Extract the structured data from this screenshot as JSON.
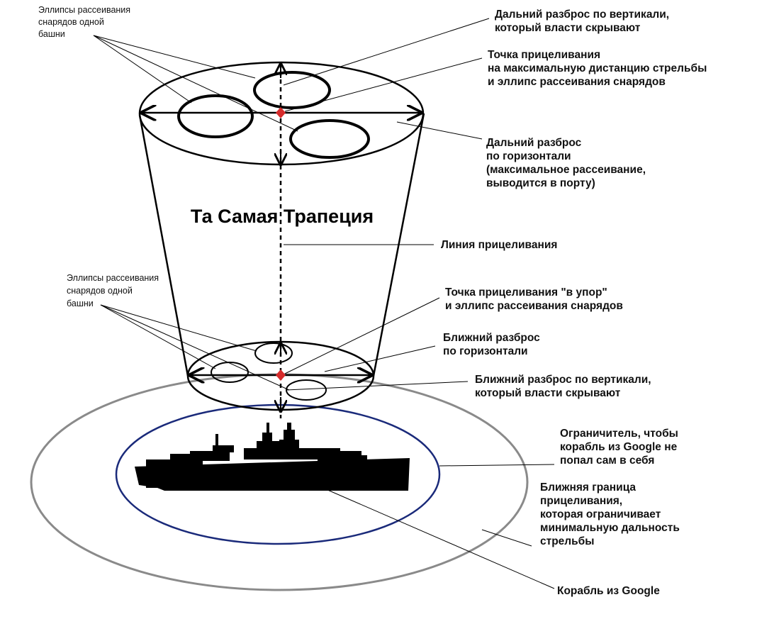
{
  "title": "Та Самая Трапеция",
  "labels": {
    "ellipses_top": [
      "Эллипсы рассеивания",
      "снарядов одной",
      "башни"
    ],
    "ellipses_bottom": [
      "Эллипсы рассеивания",
      "снарядов одной",
      "башни"
    ],
    "far_vertical": [
      "Дальний разброс по вертикали,",
      "который власти скрывают"
    ],
    "aim_max": [
      "Точка прицеливания",
      "на максимальную дистанцию стрельбы",
      "и эллипс рассеивания снарядов"
    ],
    "far_horizontal": [
      "Дальний разброс",
      "по горизонтали",
      "(максимальное рассеивание,",
      "выводится в порту)"
    ],
    "aim_line": [
      "Линия прицеливания"
    ],
    "aim_pointblank": [
      "Точка прицеливания \"в упор\"",
      "и эллипс рассеивания снарядов"
    ],
    "near_horizontal": [
      "Ближний разброс",
      "по горизонтали"
    ],
    "near_vertical": [
      "Ближний разброс по вертикали,",
      "который власти скрывают"
    ],
    "limiter": [
      "Ограничитель, чтобы",
      "корабль из Google не",
      "попал сам в себя"
    ],
    "near_boundary": [
      "Ближняя граница",
      "прицеливания,",
      "которая ограничивает",
      "минимальную дальность",
      "стрельбы"
    ],
    "ship": [
      "Корабль из Google"
    ]
  },
  "colors": {
    "stroke": "#000000",
    "aim_point": "#d62b2b",
    "limiter_ring": "#1a2a7a",
    "outer_ring": "#8a8a8a"
  },
  "icons": [
    "ship-silhouette-icon",
    "aim-point-icon"
  ]
}
